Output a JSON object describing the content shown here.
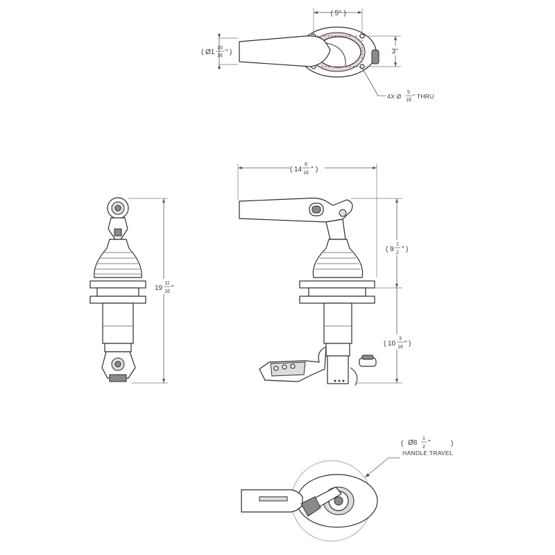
{
  "top_view": {
    "width_dim": "5\"",
    "height_dim": "3\"",
    "handle_dia": {
      "prefix": "Ø1",
      "num": "15",
      "den": "16",
      "suffix": "\""
    },
    "holes": {
      "prefix": "4X Ø",
      "num": "5",
      "den": "16",
      "suffix": "\" THRU"
    }
  },
  "front_view": {
    "overall_height": {
      "whole": "19",
      "num": "11",
      "den": "16",
      "suffix": "\""
    }
  },
  "side_view": {
    "length_dim": {
      "whole": "14",
      "num": "9",
      "den": "16",
      "suffix": "\""
    },
    "upper_height": {
      "whole": "9",
      "num": "1",
      "den": "2",
      "suffix": "\""
    },
    "lower_height": {
      "whole": "10",
      "num": "3",
      "den": "16",
      "suffix": "\""
    }
  },
  "bottom_view": {
    "travel_dia": {
      "prefix": "Ø8",
      "num": "1",
      "den": "2",
      "suffix": "\""
    },
    "travel_label": "HANDLE TRAVEL"
  }
}
